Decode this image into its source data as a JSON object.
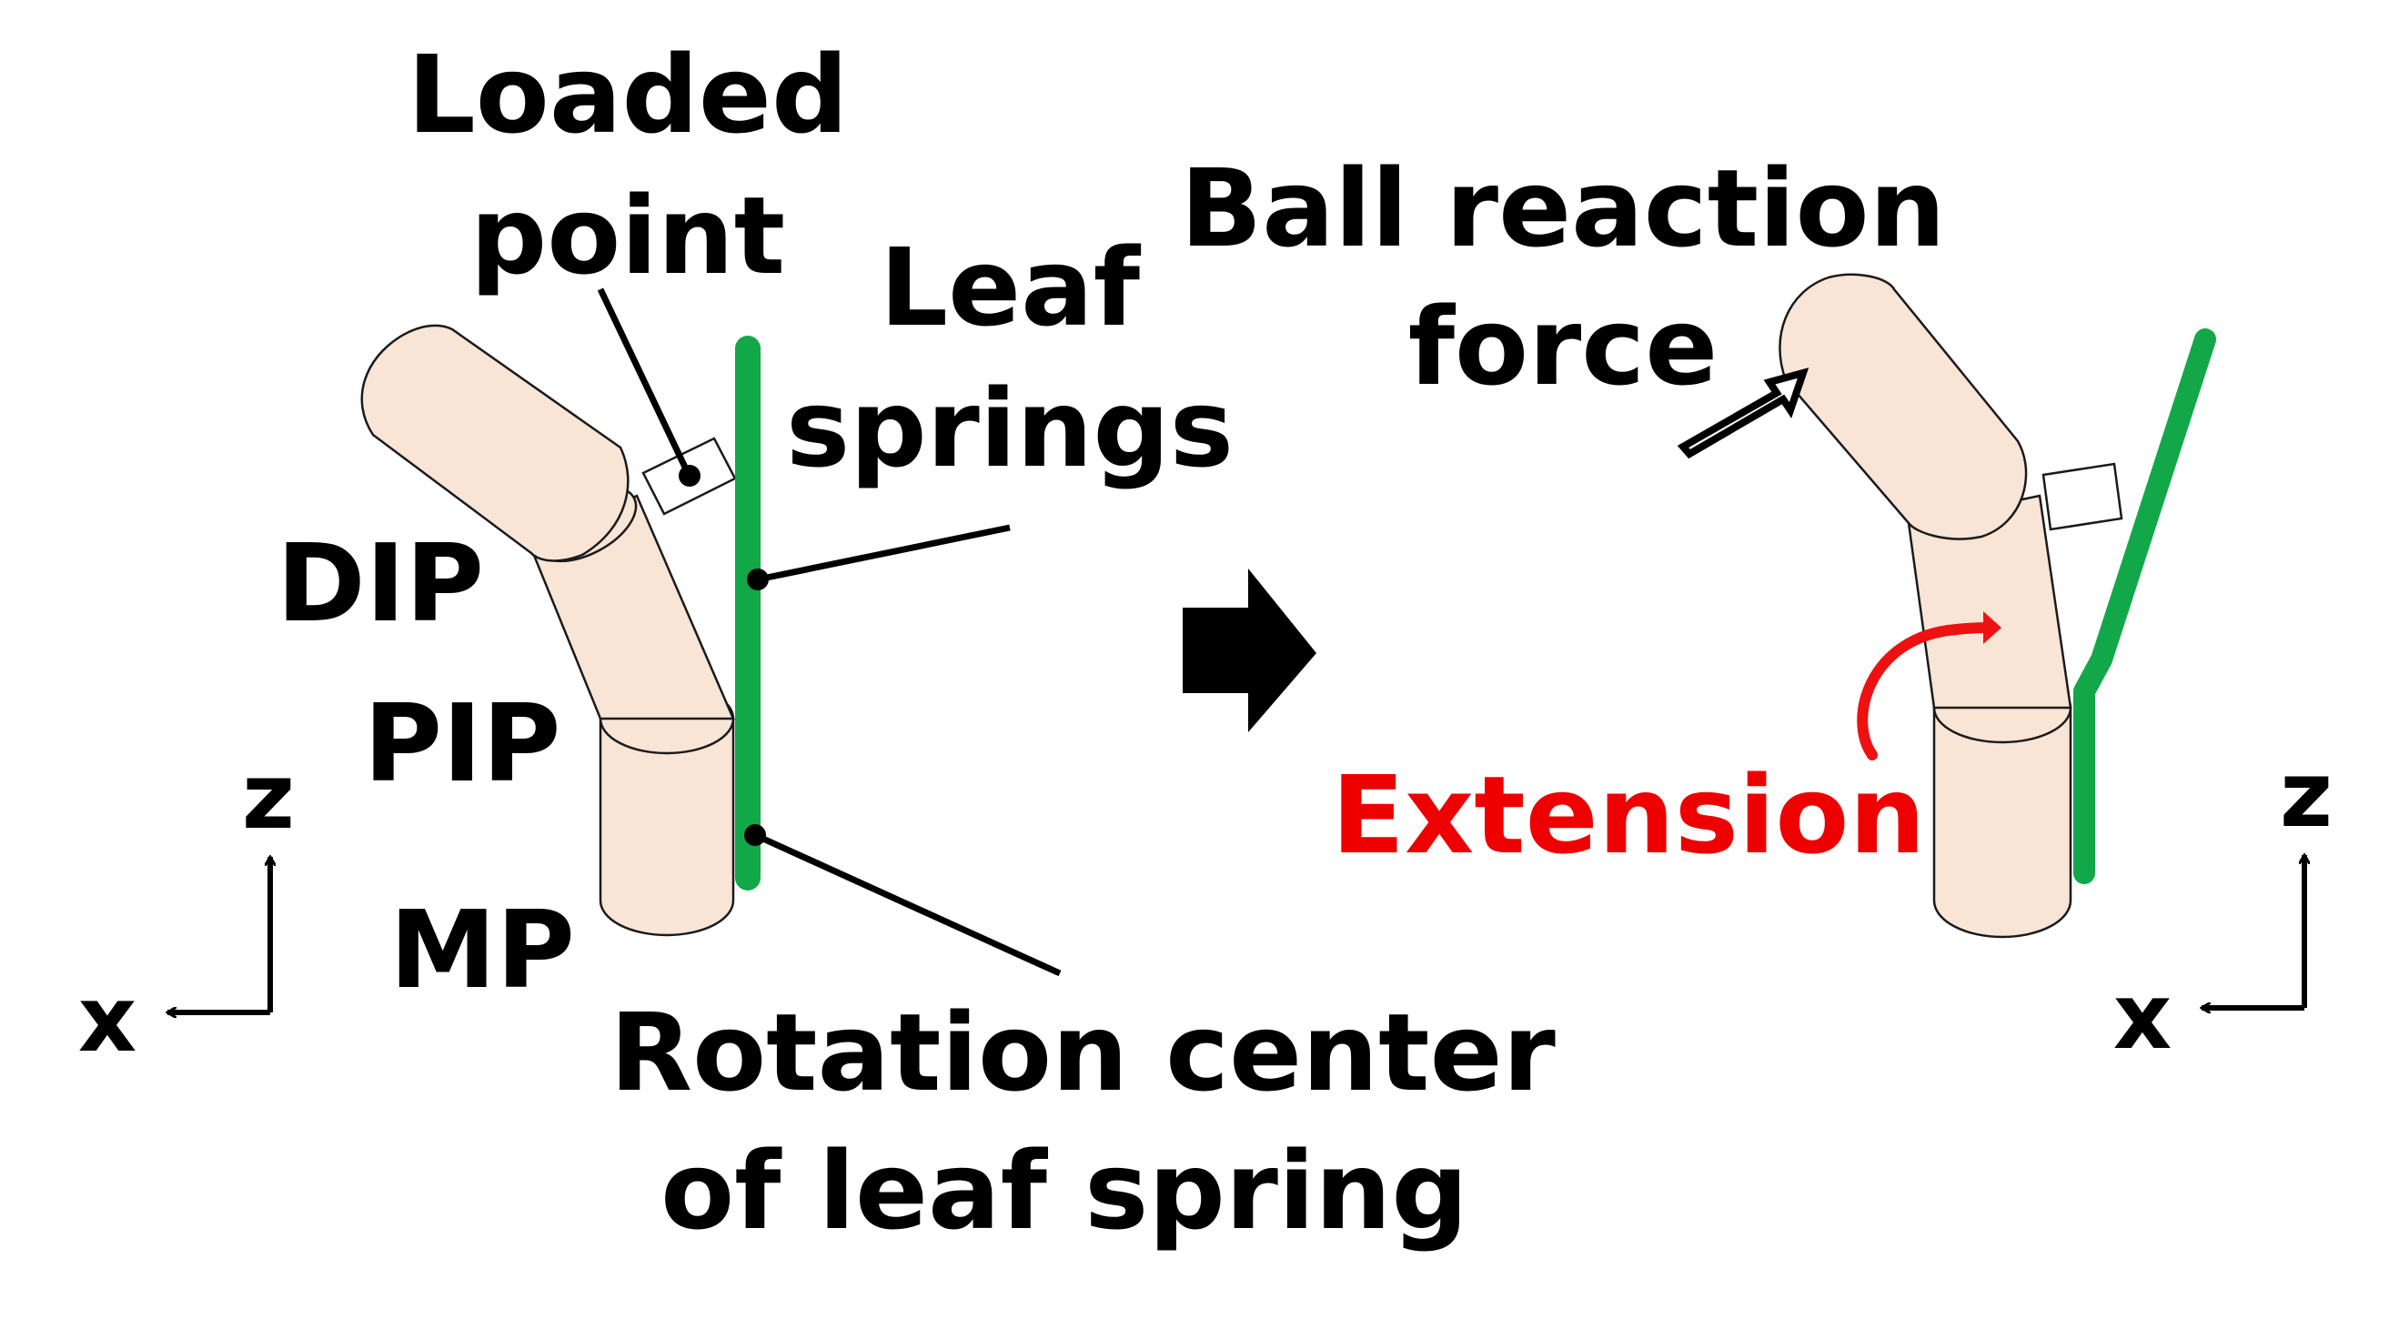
{
  "labels": {
    "loaded_point_line1": "Loaded",
    "loaded_point_line2": "point",
    "leaf_springs_line1": "Leaf",
    "leaf_springs_line2": "springs",
    "dip": "DIP",
    "pip": "PIP",
    "mp": "MP",
    "rotation_center_line1": "Rotation center",
    "rotation_center_line2": "of leaf spring",
    "ball_reaction_line1": "Ball reaction",
    "ball_reaction_line2": "force",
    "extension": "Extension"
  },
  "axes": {
    "z": "z",
    "x": "x"
  },
  "colors": {
    "leaf_spring": "#12a84a",
    "finger_fill": "#f8e5d6",
    "extension_text": "#ee0000",
    "extension_arrow": "#ee1111",
    "text": "#000000"
  },
  "icons": {
    "transition_arrow": "block-right-arrow",
    "force_arrow": "hollow-arrow",
    "extension_arrow": "curved-arrow"
  }
}
